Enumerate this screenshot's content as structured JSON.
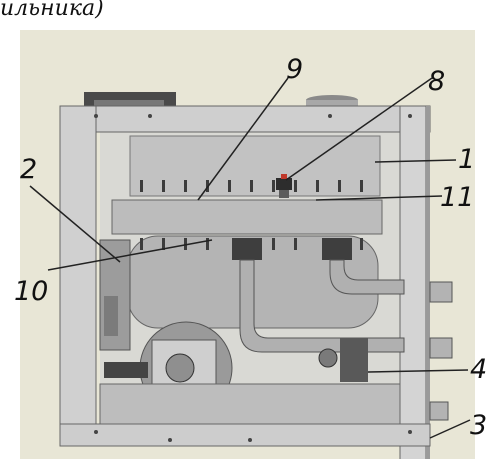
{
  "caption_fragment": "ильника)",
  "colors": {
    "background": "#e8e6d6",
    "frame": "#cfcfcf",
    "tank": "#b9b9b9",
    "pipe": "#b0b0b0",
    "dark": "#3a3a3a",
    "leader": "#222222"
  },
  "callouts": [
    {
      "id": "1",
      "label": "1"
    },
    {
      "id": "2",
      "label": "2"
    },
    {
      "id": "3",
      "label": "3"
    },
    {
      "id": "4",
      "label": "4"
    },
    {
      "id": "8",
      "label": "8"
    },
    {
      "id": "9",
      "label": "9"
    },
    {
      "id": "10",
      "label": "10"
    },
    {
      "id": "11",
      "label": "11"
    }
  ]
}
